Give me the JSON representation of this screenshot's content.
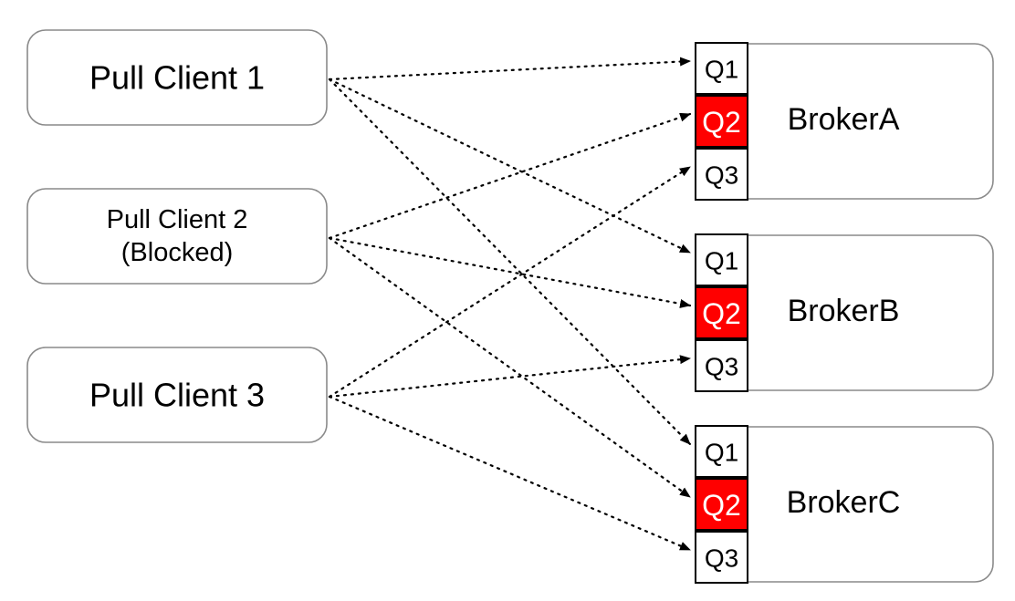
{
  "clients": [
    {
      "id": "client1",
      "lines": [
        "Pull Client 1"
      ]
    },
    {
      "id": "client2",
      "lines": [
        "Pull Client 2",
        "(Blocked)"
      ]
    },
    {
      "id": "client3",
      "lines": [
        "Pull Client 3"
      ]
    }
  ],
  "brokers": [
    {
      "id": "brokerA",
      "label": "BrokerA",
      "queues": [
        {
          "label": "Q1",
          "highlight": false
        },
        {
          "label": "Q2",
          "highlight": true
        },
        {
          "label": "Q3",
          "highlight": false
        }
      ]
    },
    {
      "id": "brokerB",
      "label": "BrokerB",
      "queues": [
        {
          "label": "Q1",
          "highlight": false
        },
        {
          "label": "Q2",
          "highlight": true
        },
        {
          "label": "Q3",
          "highlight": false
        }
      ]
    },
    {
      "id": "brokerC",
      "label": "BrokerC",
      "queues": [
        {
          "label": "Q1",
          "highlight": false
        },
        {
          "label": "Q2",
          "highlight": true
        },
        {
          "label": "Q3",
          "highlight": false
        }
      ]
    }
  ],
  "connections": [
    {
      "from": "client1",
      "broker": "brokerA",
      "queue": "Q1"
    },
    {
      "from": "client1",
      "broker": "brokerB",
      "queue": "Q1"
    },
    {
      "from": "client1",
      "broker": "brokerC",
      "queue": "Q1"
    },
    {
      "from": "client2",
      "broker": "brokerA",
      "queue": "Q2"
    },
    {
      "from": "client2",
      "broker": "brokerB",
      "queue": "Q2"
    },
    {
      "from": "client2",
      "broker": "brokerC",
      "queue": "Q2"
    },
    {
      "from": "client3",
      "broker": "brokerA",
      "queue": "Q3"
    },
    {
      "from": "client3",
      "broker": "brokerB",
      "queue": "Q3"
    },
    {
      "from": "client3",
      "broker": "brokerC",
      "queue": "Q3"
    }
  ],
  "colors": {
    "highlight": "#ff0000",
    "queue_fill": "#ffffff",
    "border": "#8a8a8a",
    "line": "#000000"
  }
}
